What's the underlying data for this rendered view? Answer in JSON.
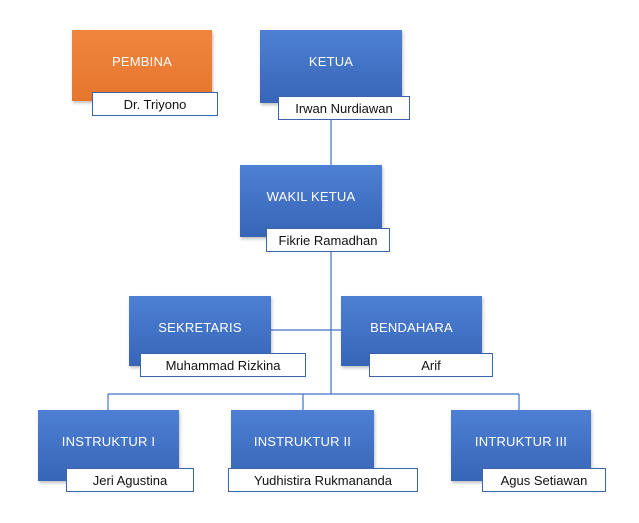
{
  "pembina": {
    "role": "PEMBINA",
    "name": "Dr. Triyono"
  },
  "ketua": {
    "role": "KETUA",
    "name": "Irwan Nurdiawan"
  },
  "wakil": {
    "role": "WAKIL KETUA",
    "name": "Fikrie Ramadhan"
  },
  "sekretaris": {
    "role": "SEKRETARIS",
    "name": "Muhammad Rizkina"
  },
  "bendahara": {
    "role": "BENDAHARA",
    "name": "Arif"
  },
  "instruktur1": {
    "role": "INSTRUKTUR I",
    "name": "Jeri Agustina"
  },
  "instruktur2": {
    "role": "INSTRUKTUR II",
    "name": "Yudhistira Rukmananda"
  },
  "instruktur3": {
    "role": "INTRUKTUR III",
    "name": "Agus Setiawan"
  },
  "colors": {
    "role_box_blue": "#4472c4",
    "role_box_orange": "#ed7d31",
    "name_box_border": "#3b64ad",
    "connector_line": "#4472c4"
  }
}
